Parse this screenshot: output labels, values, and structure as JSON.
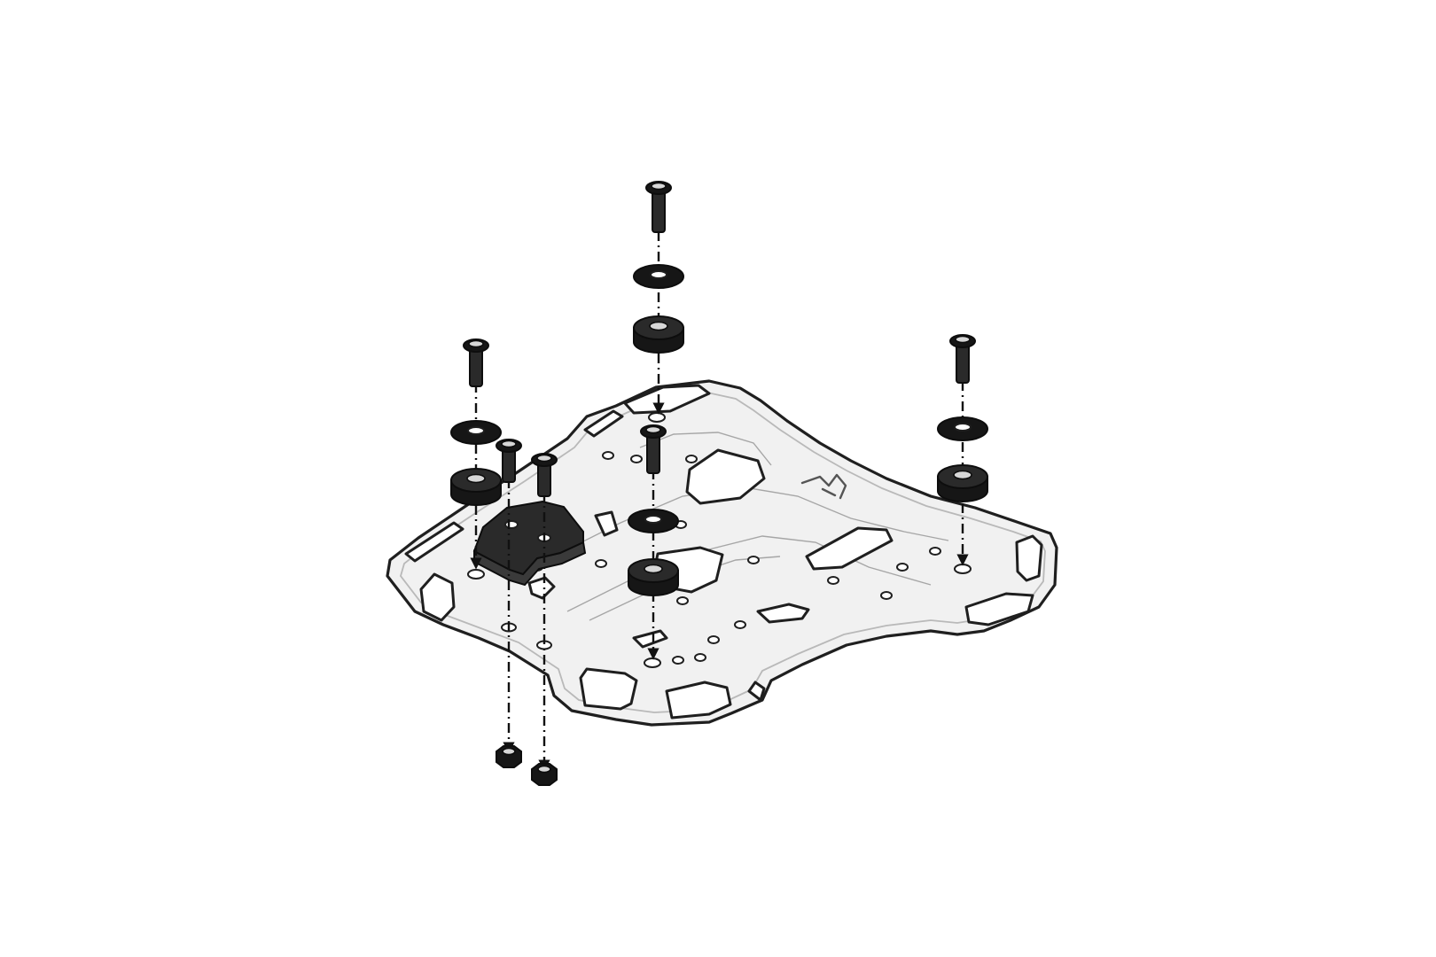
{
  "diagram": {
    "kind": "exploded-assembly",
    "parts": [
      {
        "id": "rack-plate",
        "count": 1
      },
      {
        "id": "rubber-pad",
        "count": 1
      },
      {
        "id": "bolt",
        "count": 6
      },
      {
        "id": "washer",
        "count": 4
      },
      {
        "id": "rubber-grommet",
        "count": 4
      },
      {
        "id": "nut",
        "count": 2
      }
    ],
    "colors": {
      "plate_fill": "#f1f1f1",
      "outline": "#1f1f1f",
      "hardware": "#2a2a2a",
      "background": "#ffffff"
    }
  }
}
